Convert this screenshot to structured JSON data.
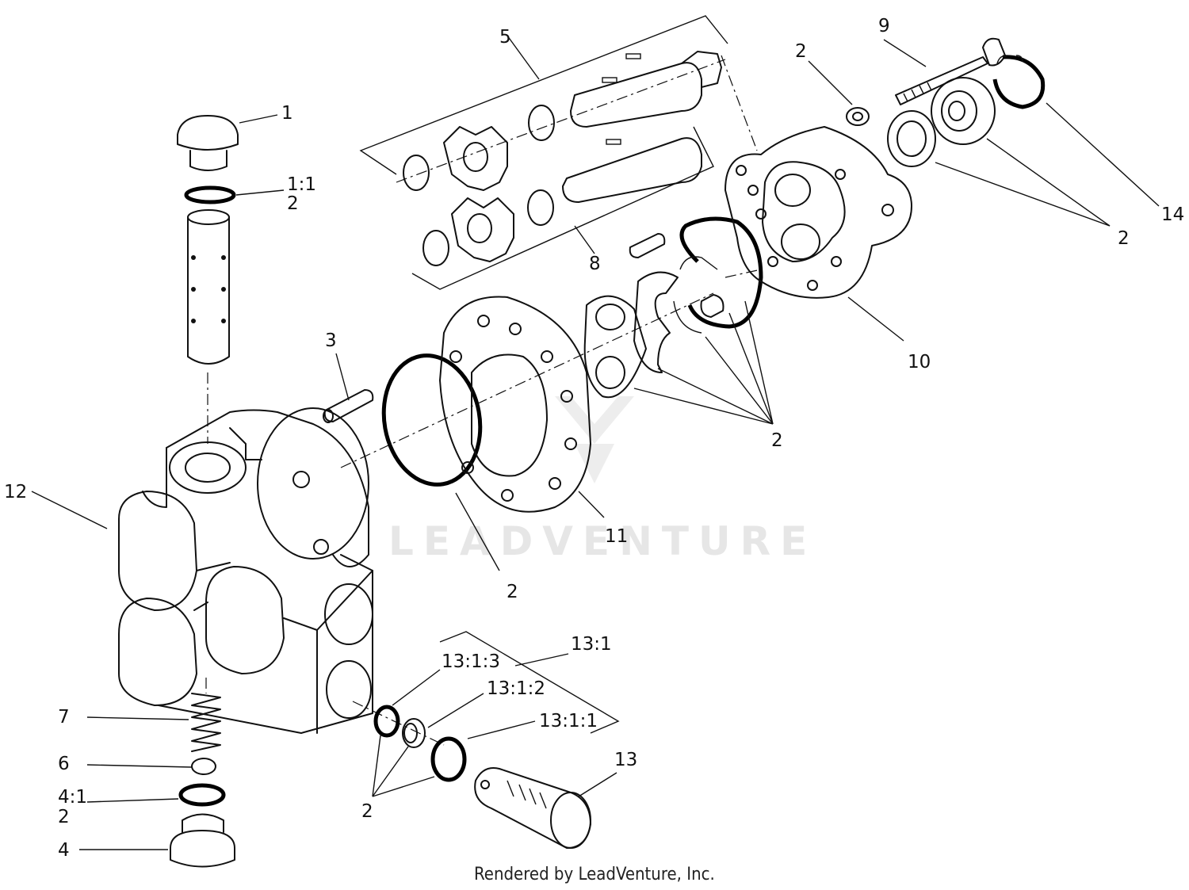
{
  "callouts": {
    "c1": "1",
    "c1_1": "1:1",
    "c2_a": "2",
    "c3": "3",
    "c5": "5",
    "c8": "8",
    "c2_b": "2",
    "c9": "9",
    "c14": "14",
    "c2_c": "2",
    "c10": "10",
    "c2_d": "2",
    "c12": "12",
    "c11": "11",
    "c2_e": "2",
    "c13_1": "13:1",
    "c13_1_3": "13:1:3",
    "c13_1_2": "13:1:2",
    "c13_1_1": "13:1:1",
    "c13": "13",
    "c7": "7",
    "c6": "6",
    "c4_1": "4:1",
    "c2_f": "2",
    "c4": "4",
    "c2_g": "2"
  },
  "watermark": "LEADVENTURE",
  "credit": "Rendered by LeadVenture, Inc."
}
